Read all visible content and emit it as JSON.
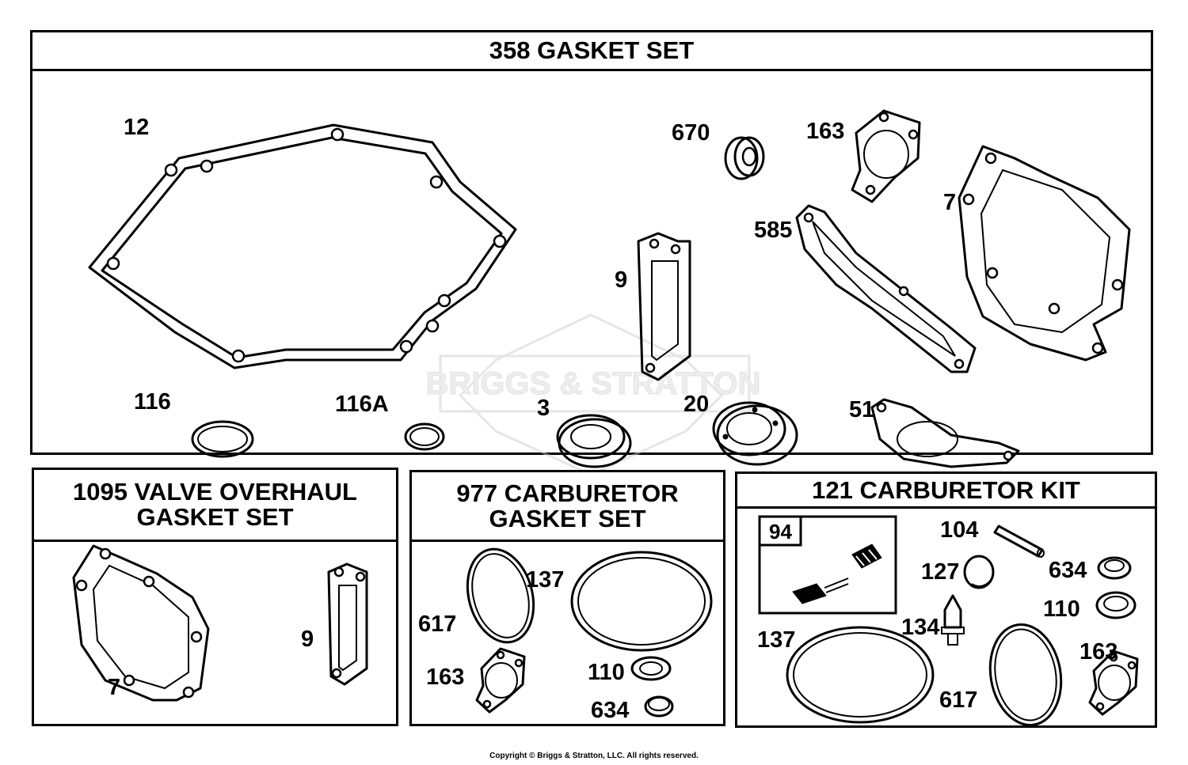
{
  "panels": {
    "gasket_set": {
      "title": "358 GASKET SET",
      "callouts": [
        "12",
        "670",
        "163",
        "7",
        "585",
        "9",
        "116",
        "116A",
        "3",
        "20",
        "51"
      ]
    },
    "valve_overhaul": {
      "title_line1": "1095 VALVE OVERHAUL",
      "title_line2": "GASKET SET",
      "callouts": [
        "9",
        "7"
      ]
    },
    "carb_gasket_set": {
      "title_line1": "977 CARBURETOR",
      "title_line2": "GASKET SET",
      "callouts": [
        "137",
        "617",
        "163",
        "110",
        "634"
      ]
    },
    "carb_kit": {
      "title": "121 CARBURETOR KIT",
      "inset_label": "94",
      "callouts": [
        "104",
        "127",
        "634",
        "110",
        "134",
        "137",
        "617",
        "163"
      ]
    }
  },
  "watermark": "BRIGGS & STRATTON",
  "copyright": "Copyright © Briggs & Stratton, LLC. All rights reserved."
}
